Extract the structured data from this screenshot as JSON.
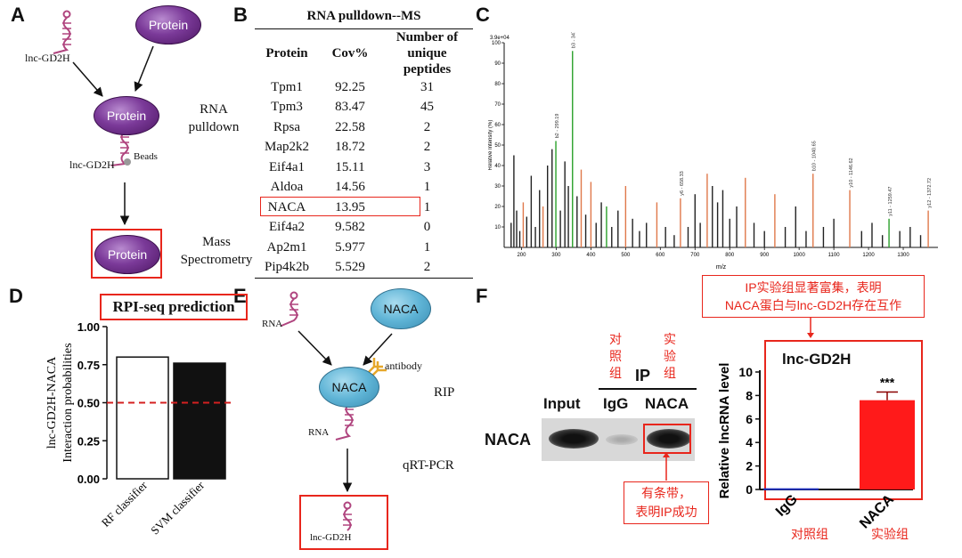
{
  "panels": {
    "a": "A",
    "b": "B",
    "c": "C",
    "d": "D",
    "e": "E",
    "f": "F"
  },
  "panelA": {
    "protein_top": "Protein",
    "lnc_label_1": "lnc-GD2H",
    "protein_mid": "Protein",
    "lnc_label_2": "lnc-GD2H",
    "beads_label": "Beads",
    "step1_line1": "RNA",
    "step1_line2": "pulldown",
    "protein_bottom": "Protein",
    "step2_line1": "Mass",
    "step2_line2": "Spectrometry"
  },
  "panelB": {
    "title": "RNA pulldown--MS",
    "headers": [
      "Protein",
      "Cov%",
      "Number of",
      "unique peptides"
    ],
    "rows": [
      [
        "Tpm1",
        "92.25",
        "31"
      ],
      [
        "Tpm3",
        "83.47",
        "45"
      ],
      [
        "Rpsa",
        "22.58",
        "2"
      ],
      [
        "Map2k2",
        "18.72",
        "2"
      ],
      [
        "Eif4a1",
        "15.11",
        "3"
      ],
      [
        "Aldoa",
        "14.56",
        "1"
      ],
      [
        "NACA",
        "13.95",
        "1"
      ],
      [
        "Eif4a2",
        "9.582",
        "0"
      ],
      [
        "Ap2m1",
        "5.977",
        "1"
      ],
      [
        "Pip4k2b",
        "5.529",
        "2"
      ]
    ]
  },
  "panelC": {
    "y_max_label": "3.9e+04",
    "ylabel": "Relative Intensity (%)",
    "xlabel": "m/z",
    "y_ticks": [
      "100",
      "90",
      "80",
      "70",
      "60",
      "50",
      "40",
      "30",
      "20",
      "10"
    ],
    "x_ticks": [
      "200",
      "300",
      "400",
      "500",
      "600",
      "700",
      "800",
      "900",
      "1000",
      "1100",
      "1200",
      "1300"
    ],
    "peak_labels": [
      "b2 - 299.19",
      "b3 - 347.04",
      "y6 - 658.33",
      "b10 - 1040.65",
      "y10 - 1146.62",
      "y11 - 1259.47",
      "y12 - 1372.72"
    ],
    "colors": {
      "b_ion": "#2aa02a",
      "y_ion": "#e0784a",
      "other": "#222222"
    }
  },
  "panelD": {
    "title": "RPI-seq prediction",
    "ylabel_line1": "lnc-GD2H-NACA",
    "ylabel_line2": "Interaction probabilities",
    "y_ticks": [
      "0.00",
      "0.25",
      "0.50",
      "0.75",
      "1.00"
    ],
    "bar1_label": "RF classifier",
    "bar2_label": "SVM classifier"
  },
  "panelE": {
    "rna_top": "RNA",
    "naca_top": "NACA",
    "antibody": "antibody",
    "naca_mid": "NACA",
    "rna_mid": "RNA",
    "step1": "RIP",
    "step2": "qRT-PCR",
    "lnc_bottom": "lnc-GD2H"
  },
  "panelF": {
    "ctrl_group": [
      "对",
      "照",
      "组"
    ],
    "exp_group": [
      "实",
      "验",
      "组"
    ],
    "ip_label": "IP",
    "lane_input": "Input",
    "lane_igg": "IgG",
    "lane_naca": "NACA",
    "row_label": "NACA",
    "band_note_line1": "有条带，",
    "band_note_line2": "表明IP成功",
    "top_note_line1": "IP实验组显著富集，表明",
    "top_note_line2": "NACA蛋白与lnc-GD2H存在互作",
    "chart_title": "lnc-GD2H",
    "ylabel": "Relative lncRNA level",
    "significance": "***",
    "x_cat1": "IgG",
    "x_cat2": "NACA",
    "x_cat1_cn": "对照组",
    "x_cat2_cn": "实验组"
  },
  "chart_data": [
    {
      "type": "bar",
      "title": "RPI-seq prediction",
      "categories": [
        "RF classifier",
        "SVM classifier"
      ],
      "values": [
        0.8,
        0.76
      ],
      "ylabel": "lnc-GD2H-NACA Interaction probabilities",
      "ylim": [
        0,
        1.0
      ],
      "y_ticks": [
        0.0,
        0.25,
        0.5,
        0.75,
        1.0
      ],
      "threshold": 0.5,
      "colors": [
        "#ffffff",
        "#111111"
      ]
    },
    {
      "type": "bar",
      "title": "lnc-GD2H",
      "categories": [
        "IgG",
        "NACA"
      ],
      "values": [
        0.1,
        7.6
      ],
      "errors": [
        0.05,
        0.7
      ],
      "ylabel": "Relative lncRNA level",
      "ylim": [
        0,
        10
      ],
      "y_ticks": [
        0,
        2,
        4,
        6,
        8,
        10
      ],
      "colors": [
        "#1f2fbf",
        "#ff1a1a"
      ]
    },
    {
      "type": "bar",
      "title": "",
      "xlabel": "m/z",
      "ylabel": "Relative Intensity (%)",
      "xlim": [
        150,
        1400
      ],
      "ylim": [
        0,
        100
      ],
      "peaks": [
        {
          "x": 170,
          "y": 12,
          "c": "other"
        },
        {
          "x": 178,
          "y": 45,
          "c": "other"
        },
        {
          "x": 186,
          "y": 18,
          "c": "other"
        },
        {
          "x": 195,
          "y": 8,
          "c": "other"
        },
        {
          "x": 205,
          "y": 22,
          "c": "y"
        },
        {
          "x": 215,
          "y": 15,
          "c": "other"
        },
        {
          "x": 228,
          "y": 35,
          "c": "other"
        },
        {
          "x": 240,
          "y": 10,
          "c": "other"
        },
        {
          "x": 252,
          "y": 28,
          "c": "other"
        },
        {
          "x": 262,
          "y": 20,
          "c": "y"
        },
        {
          "x": 275,
          "y": 40,
          "c": "other"
        },
        {
          "x": 288,
          "y": 48,
          "c": "other"
        },
        {
          "x": 299,
          "y": 52,
          "c": "b"
        },
        {
          "x": 312,
          "y": 18,
          "c": "other"
        },
        {
          "x": 325,
          "y": 42,
          "c": "other"
        },
        {
          "x": 335,
          "y": 30,
          "c": "other"
        },
        {
          "x": 347,
          "y": 96,
          "c": "b"
        },
        {
          "x": 360,
          "y": 25,
          "c": "other"
        },
        {
          "x": 372,
          "y": 38,
          "c": "y"
        },
        {
          "x": 385,
          "y": 16,
          "c": "other"
        },
        {
          "x": 400,
          "y": 32,
          "c": "y"
        },
        {
          "x": 415,
          "y": 12,
          "c": "other"
        },
        {
          "x": 430,
          "y": 22,
          "c": "other"
        },
        {
          "x": 445,
          "y": 20,
          "c": "b"
        },
        {
          "x": 460,
          "y": 10,
          "c": "other"
        },
        {
          "x": 478,
          "y": 18,
          "c": "other"
        },
        {
          "x": 500,
          "y": 30,
          "c": "y"
        },
        {
          "x": 520,
          "y": 14,
          "c": "other"
        },
        {
          "x": 540,
          "y": 8,
          "c": "other"
        },
        {
          "x": 560,
          "y": 12,
          "c": "other"
        },
        {
          "x": 590,
          "y": 22,
          "c": "y"
        },
        {
          "x": 615,
          "y": 10,
          "c": "other"
        },
        {
          "x": 640,
          "y": 6,
          "c": "other"
        },
        {
          "x": 658,
          "y": 24,
          "c": "y"
        },
        {
          "x": 680,
          "y": 10,
          "c": "other"
        },
        {
          "x": 700,
          "y": 26,
          "c": "other"
        },
        {
          "x": 715,
          "y": 12,
          "c": "other"
        },
        {
          "x": 735,
          "y": 36,
          "c": "y"
        },
        {
          "x": 750,
          "y": 30,
          "c": "other"
        },
        {
          "x": 765,
          "y": 22,
          "c": "other"
        },
        {
          "x": 780,
          "y": 28,
          "c": "other"
        },
        {
          "x": 800,
          "y": 14,
          "c": "other"
        },
        {
          "x": 820,
          "y": 20,
          "c": "other"
        },
        {
          "x": 845,
          "y": 34,
          "c": "y"
        },
        {
          "x": 870,
          "y": 12,
          "c": "other"
        },
        {
          "x": 900,
          "y": 8,
          "c": "other"
        },
        {
          "x": 930,
          "y": 26,
          "c": "y"
        },
        {
          "x": 960,
          "y": 10,
          "c": "other"
        },
        {
          "x": 990,
          "y": 20,
          "c": "other"
        },
        {
          "x": 1020,
          "y": 8,
          "c": "other"
        },
        {
          "x": 1040,
          "y": 36,
          "c": "y"
        },
        {
          "x": 1070,
          "y": 10,
          "c": "other"
        },
        {
          "x": 1100,
          "y": 14,
          "c": "other"
        },
        {
          "x": 1146,
          "y": 28,
          "c": "y"
        },
        {
          "x": 1180,
          "y": 8,
          "c": "other"
        },
        {
          "x": 1210,
          "y": 12,
          "c": "other"
        },
        {
          "x": 1240,
          "y": 6,
          "c": "other"
        },
        {
          "x": 1259,
          "y": 14,
          "c": "b"
        },
        {
          "x": 1290,
          "y": 8,
          "c": "other"
        },
        {
          "x": 1320,
          "y": 10,
          "c": "other"
        },
        {
          "x": 1350,
          "y": 6,
          "c": "other"
        },
        {
          "x": 1372,
          "y": 18,
          "c": "y"
        }
      ]
    }
  ]
}
